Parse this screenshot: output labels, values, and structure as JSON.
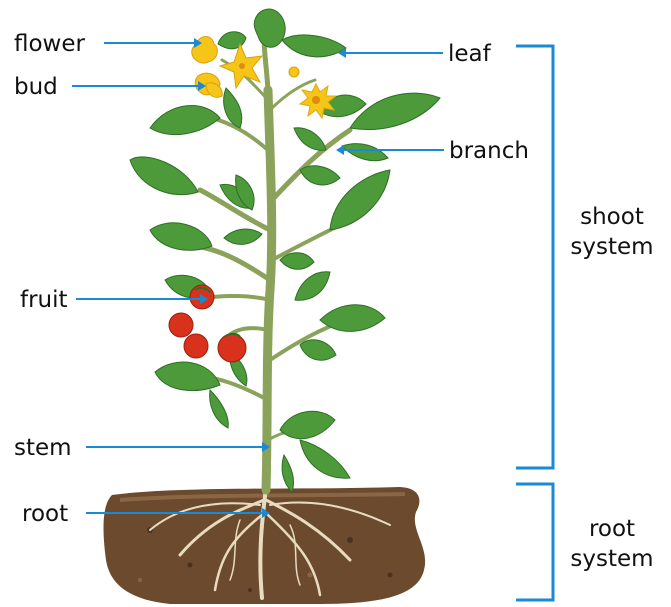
{
  "labels": {
    "flower": "flower",
    "bud": "bud",
    "leaf": "leaf",
    "branch": "branch",
    "fruit": "fruit",
    "stem": "stem",
    "root": "root"
  },
  "groups": {
    "shoot_system": [
      "shoot",
      "system"
    ],
    "root_system": [
      "root",
      "system"
    ]
  },
  "colors": {
    "pointer": "#1a8ad4",
    "leaf": "#4c9a3a",
    "leaf_dark": "#2f6e27",
    "stem": "#8aa25a",
    "flower": "#f5c518",
    "fruit": "#d8321c",
    "soil": "#6b4a2e",
    "root": "#e8dcc0"
  }
}
